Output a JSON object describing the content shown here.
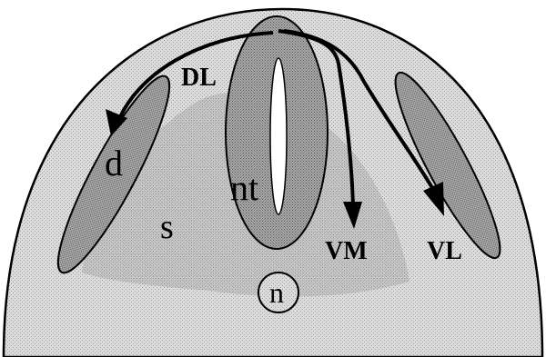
{
  "labels": {
    "dl": "DL",
    "d": "d",
    "nt": "nt",
    "s": "s",
    "vm": "VM",
    "vl": "VL",
    "n": "n"
  },
  "colors": {
    "background": "#ffffff",
    "embryo_fill": "#d9d9d9",
    "stipple_dots": "#8f8f8f",
    "structure_fill": "#a8a8a8",
    "neural_tube_fill": "#9a9a9a",
    "outline": "#000000"
  }
}
